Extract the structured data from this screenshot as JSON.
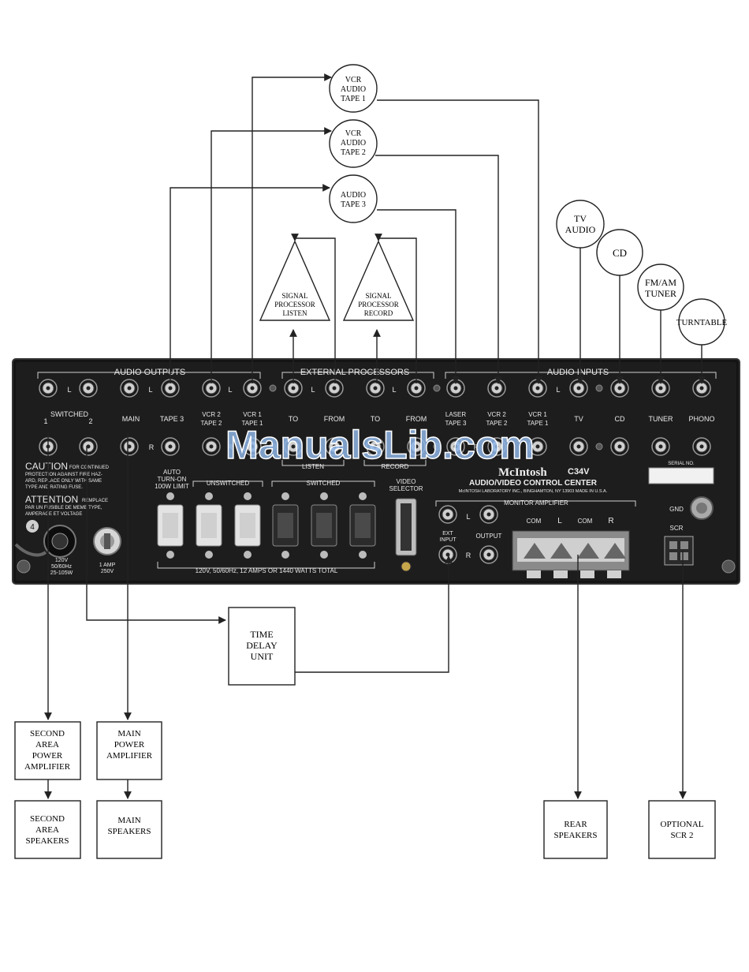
{
  "watermark": "ManualsLib.com",
  "panel": {
    "brand": "McIntosh",
    "model": "C34V",
    "subtitle": "AUDIO/VIDEO CONTROL CENTER",
    "maker_line": "McINTOSH LABORATORY INC., BINGHAMTON, NY 13903 MADE IN U.S.A.",
    "serial_label": "SERIAL NO.",
    "section_audio_outputs": "AUDIO OUTPUTS",
    "section_external_processors": "EXTERNAL PROCESSORS",
    "section_audio_inputs": "AUDIO INPUTS",
    "switched_label": "SWITCHED",
    "main_label": "MAIN",
    "tape3_label": "TAPE 3",
    "vcr2_label": "VCR 2",
    "vcr1_label": "VCR 1",
    "tape2_label": "TAPE 2",
    "tape1_label": "TAPE 1",
    "to_label": "TO",
    "from_label": "FROM",
    "listen_label": "LISTEN",
    "record_label": "RECORD",
    "laser_label": "LASER",
    "tv_label": "TV",
    "cd_label": "CD",
    "tuner_label": "TUNER",
    "phono_label": "PHONO",
    "left_label": "L",
    "right_label": "R",
    "one_label": "1",
    "two_label": "2",
    "caution_title": "CAUTION",
    "caution_line1": "FOR CONTINUED",
    "caution_line2": "PROTECTION AGAINST FIRE HAZ-",
    "caution_line3": "ARD, REPLACE ONLY WITH SAME",
    "caution_line4": "TYPE AND RATING FUSE.",
    "attention_title": "ATTENTION",
    "attention_line1": "REMPLACE",
    "attention_line2": "PAR UN FUSIBLE DE MEME TYPE,",
    "attention_line3": "AMPERAGE ET VOLTAGE",
    "auto_line1": "AUTO",
    "auto_line2": "TURN-ON",
    "auto_line3": "100W LIMIT",
    "unswitched_label": "UNSWITCHED",
    "switched_outlets_label": "SWITCHED",
    "outlet_rating": "120V, 50/60Hz, 12 AMPS OR 1440 WATTS TOTAL",
    "power_line1": "120V",
    "power_line2": "50/60Hz",
    "power_line3": "25-105W",
    "fuse_line1": "1 AMP",
    "fuse_line2": "250V",
    "video_line1": "VIDEO",
    "video_line2": "SELECTOR",
    "monitor_amp_label": "MONITOR AMPLIFIER",
    "ext_line1": "EXT",
    "ext_line2": "INPUT",
    "output_label": "OUTPUT",
    "com_label": "COM",
    "gnd_label": "GND",
    "scr_label": "SCR",
    "badge": "4"
  },
  "components": {
    "vcr_tape1": [
      "VCR",
      "AUDIO",
      "TAPE 1"
    ],
    "vcr_tape2": [
      "VCR",
      "AUDIO",
      "TAPE 2"
    ],
    "audio_tape3": [
      "AUDIO",
      "TAPE 3"
    ],
    "tv_audio": [
      "TV",
      "AUDIO"
    ],
    "cd": [
      "CD"
    ],
    "fm_am_tuner": [
      "FM/AM",
      "TUNER"
    ],
    "turntable": [
      "TURNTABLE"
    ],
    "signal_processor_listen": [
      "SIGNAL",
      "PROCESSOR",
      "LISTEN"
    ],
    "signal_processor_record": [
      "SIGNAL",
      "PROCESSOR",
      "RECORD"
    ],
    "time_delay_unit": [
      "TIME",
      "DELAY",
      "UNIT"
    ],
    "second_area_power_amplifier": [
      "SECOND",
      "AREA",
      "POWER",
      "AMPLIFIER"
    ],
    "main_power_amplifier": [
      "MAIN",
      "POWER",
      "AMPLIFIER"
    ],
    "second_area_speakers": [
      "SECOND",
      "AREA",
      "SPEAKERS"
    ],
    "main_speakers": [
      "MAIN",
      "SPEAKERS"
    ],
    "rear_speakers": [
      "REAR",
      "SPEAKERS"
    ],
    "optional_scr2": [
      "OPTIONAL",
      "SCR 2"
    ]
  }
}
